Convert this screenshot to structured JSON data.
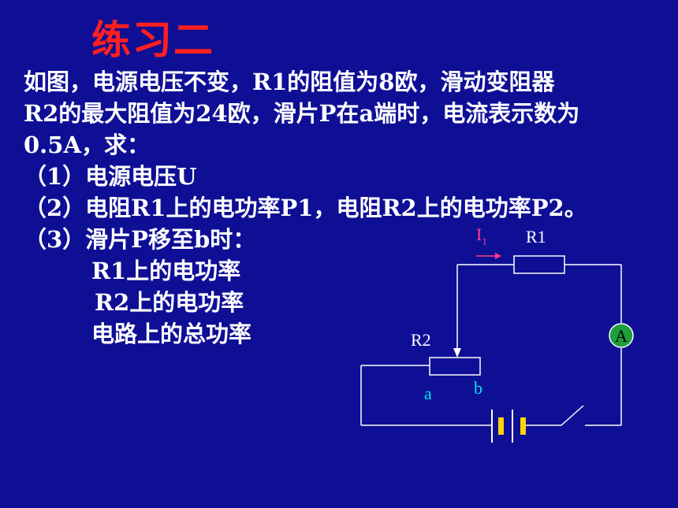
{
  "title": "练习二",
  "problem": {
    "line1": "如图，电源电压不变，R1的阻值为8欧，滑动变阻器",
    "line2": "R2的最大阻值为24欧，滑片P在a端时，电流表示数为",
    "line3": "0.5A，求：",
    "q1": "（1）电源电压U",
    "q2": "（2）电阻R1上的电功率P1，电阻R2上的电功率P2。",
    "q3": "（3）滑片P移至b时：",
    "q3a": "R1上的电功率",
    "q3b": "R2上的电功率",
    "q3c": "电路上的总功率"
  },
  "circuit": {
    "current_label": "I",
    "current_subscript": "1",
    "r1_label": "R1",
    "r2_label": "R2",
    "ammeter_label": "A",
    "terminal_a": "a",
    "terminal_b": "b"
  },
  "colors": {
    "background": "#0f0f96",
    "title": "#ff1f1f",
    "text": "#ffffff",
    "wire": "#ffffff",
    "current_arrow": "#ff3c8c",
    "terminal_labels": "#00e6e6",
    "ammeter_fill": "#1f9e3c",
    "battery": "#ffd400"
  }
}
